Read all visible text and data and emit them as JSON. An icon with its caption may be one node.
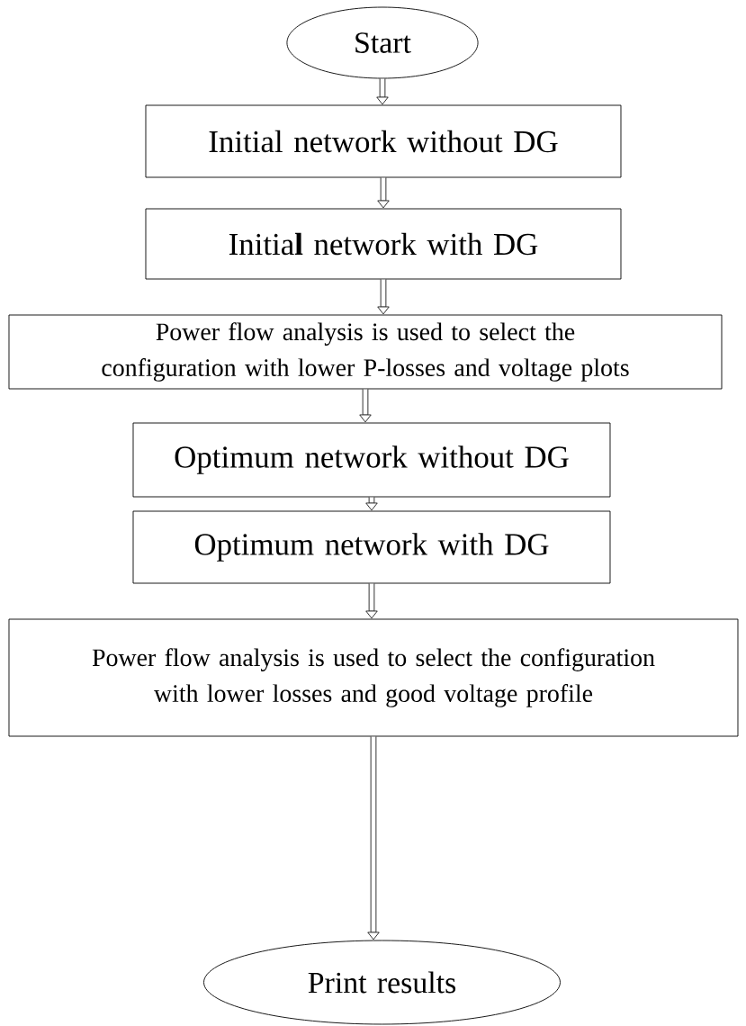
{
  "diagram": {
    "nodes": [
      {
        "text": [
          "Start"
        ]
      },
      {
        "text": [
          "Initial network without DG"
        ]
      },
      {
        "text": [
          "Initia**l** network with DG"
        ]
      },
      {
        "text": [
          "Power flow analysis is used to select the configuration with lower P-losses and voltage plots"
        ]
      },
      {
        "text": [
          "Optimum network without DG"
        ]
      },
      {
        "text": [
          "Optimum network with DG"
        ]
      },
      {
        "text": [
          "Power flow analysis is used to select the configuration with lower losses and good voltage profile"
        ]
      },
      {
        "text": [
          "Print results"
        ]
      }
    ],
    "edges": [
      {
        "from": 0,
        "to": 1,
        "arrow": "to"
      },
      {
        "from": 1,
        "to": 2,
        "arrow": "to"
      },
      {
        "from": 2,
        "to": 3,
        "arrow": "to"
      },
      {
        "from": 3,
        "to": 4,
        "arrow": "to"
      },
      {
        "from": 4,
        "to": 5,
        "arrow": "to"
      },
      {
        "from": 5,
        "to": 6,
        "arrow": "to"
      },
      {
        "from": 6,
        "to": 7,
        "arrow": "to"
      }
    ]
  }
}
